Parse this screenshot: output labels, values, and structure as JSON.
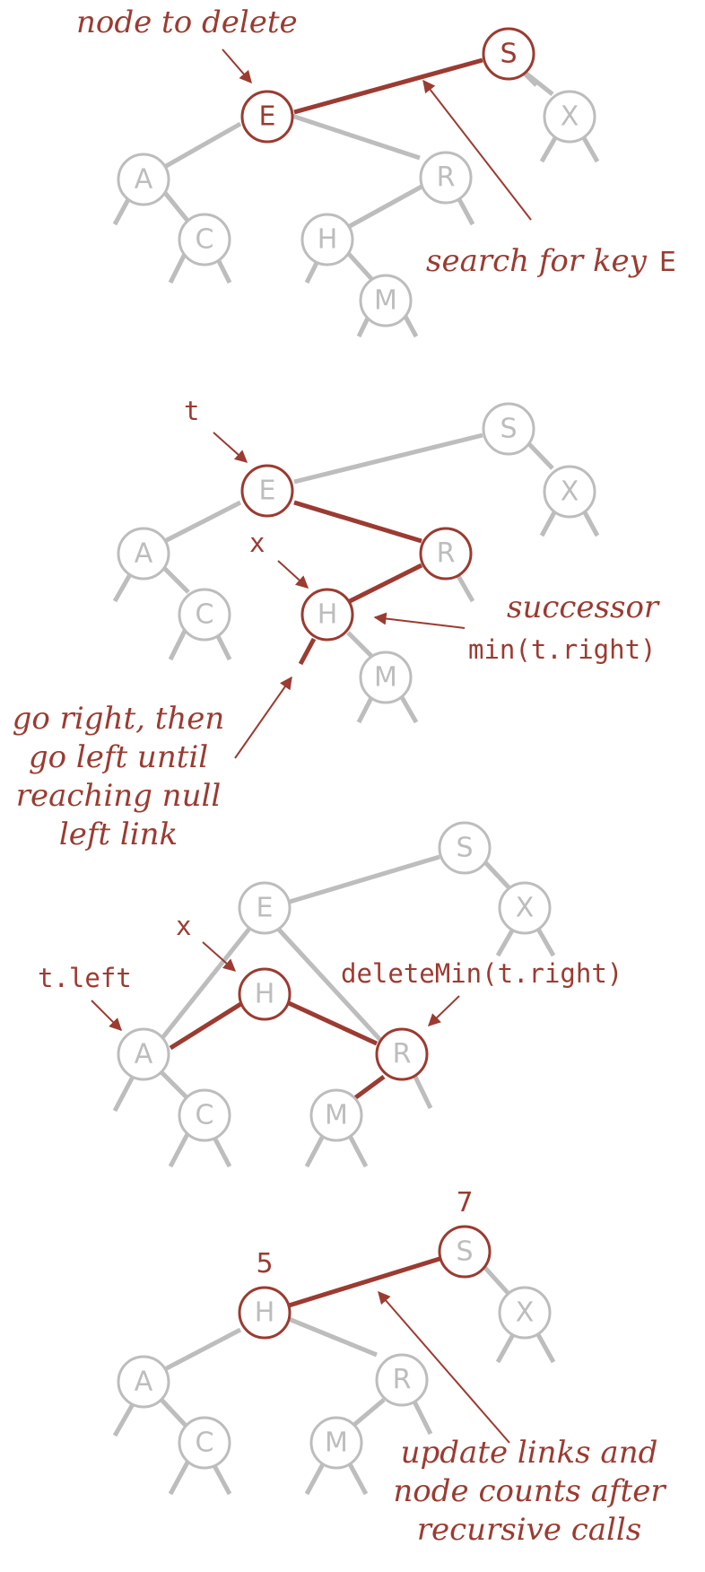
{
  "colors": {
    "red": "#9b3b31",
    "gray": "#bdbdbd",
    "background": "#ffffff"
  },
  "panel1": {
    "nodes": {
      "S": "S",
      "E": "E",
      "X": "X",
      "A": "A",
      "R": "R",
      "C": "C",
      "H": "H",
      "M": "M"
    },
    "annotations": {
      "node_to_delete": "node to delete",
      "search_for_key": "search for key",
      "search_key": "E"
    }
  },
  "panel2": {
    "nodes": {
      "S": "S",
      "E": "E",
      "X": "X",
      "A": "A",
      "R": "R",
      "C": "C",
      "H": "H",
      "M": "M"
    },
    "annotations": {
      "t": "t",
      "x": "x",
      "successor": "successor",
      "min_call": "min(t.right)",
      "go_right_line1": "go right, then",
      "go_right_line2": "go left until",
      "go_right_line3": "reaching null",
      "go_right_line4": "left link"
    }
  },
  "panel3": {
    "nodes": {
      "S": "S",
      "E": "E",
      "X": "X",
      "H": "H",
      "A": "A",
      "R": "R",
      "C": "C",
      "M": "M"
    },
    "annotations": {
      "x": "x",
      "t_left": "t.left",
      "delete_min_call": "deleteMin(t.right)"
    }
  },
  "panel4": {
    "nodes": {
      "S": "S",
      "H": "H",
      "X": "X",
      "A": "A",
      "R": "R",
      "C": "C",
      "M": "M"
    },
    "counts": {
      "S": "7",
      "H": "5"
    },
    "annotations": {
      "update_line1": "update links and",
      "update_line2": "node counts after",
      "update_line3": "recursive calls"
    }
  }
}
